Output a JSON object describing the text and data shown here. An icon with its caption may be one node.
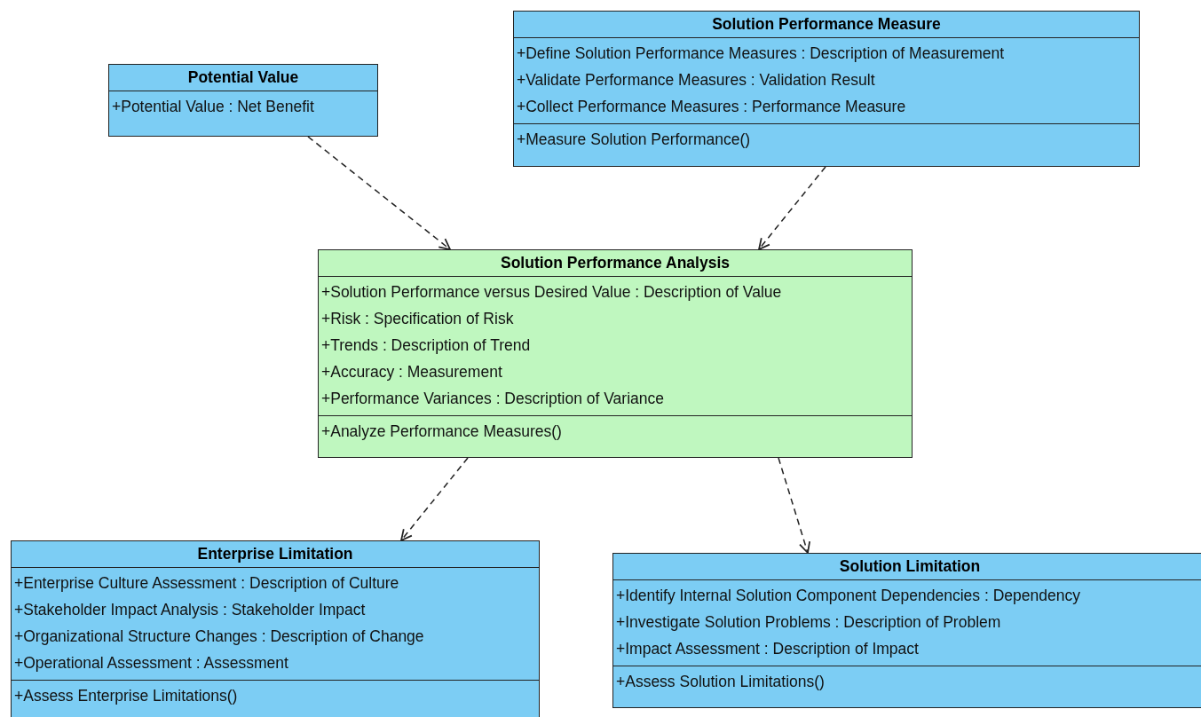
{
  "diagram": {
    "nodes": [
      {
        "text": [
          "Potential Value"
        ]
      },
      {
        "text": [
          "+Potential Value : Net Benefit"
        ],
        "in": 0
      },
      {
        "text": [
          "Solution Performance Measure"
        ]
      },
      {
        "text": [
          "+Define Solution Performance Measures : Description of Measurement",
          "+Validate Performance Measures : Validation Result",
          "+Collect Performance Measures : Performance Measure"
        ],
        "in": 2
      },
      {
        "text": [
          "+Measure Solution Performance()"
        ],
        "in": 2
      },
      {
        "text": [
          "Solution Performance Analysis"
        ]
      },
      {
        "text": [
          "+Solution Performance versus Desired Value : Description of Value",
          "+Risk : Specification of Risk",
          "+Trends : Description of Trend",
          "+Accuracy : Measurement",
          "+Performance Variances : Description of Variance"
        ],
        "in": 5
      },
      {
        "text": [
          "+Analyze Performance Measures()"
        ],
        "in": 5
      },
      {
        "text": [
          "Enterprise Limitation"
        ]
      },
      {
        "text": [
          "+Enterprise Culture Assessment : Description of Culture",
          "+Stakeholder Impact Analysis : Stakeholder Impact",
          "+Organizational Structure Changes : Description of Change",
          "+Operational Assessment : Assessment"
        ],
        "in": 8
      },
      {
        "text": [
          "+Assess Enterprise Limitations()"
        ],
        "in": 8
      },
      {
        "text": [
          "Solution Limitation"
        ]
      },
      {
        "text": [
          "+Identify Internal Solution Component Dependencies : Dependency",
          "+Investigate Solution Problems : Description of Problem",
          "+Impact Assessment : Description of Impact"
        ],
        "in": 11
      },
      {
        "text": [
          "+Assess Solution Limitations()"
        ],
        "in": 11
      }
    ],
    "edges": [
      {
        "from": 0,
        "to": 5,
        "arrow": "to",
        "style": "dashed"
      },
      {
        "from": 2,
        "to": 5,
        "arrow": "to",
        "style": "dashed"
      },
      {
        "from": 5,
        "to": 8,
        "arrow": "to",
        "style": "dashed"
      },
      {
        "from": 5,
        "to": 11,
        "arrow": "to",
        "style": "dashed"
      }
    ]
  }
}
